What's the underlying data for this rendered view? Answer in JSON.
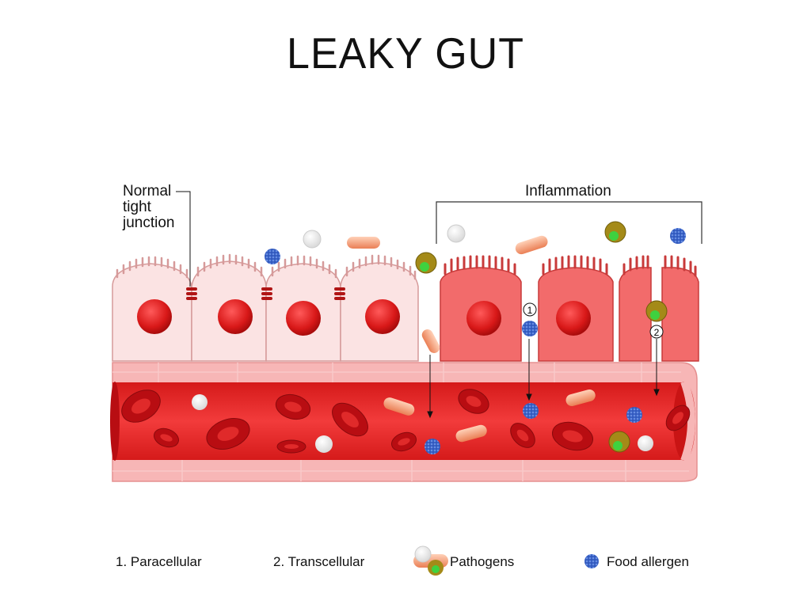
{
  "title": "LEAKY GUT",
  "labels": {
    "normal_line1": "Normal",
    "normal_line2": "tight",
    "normal_line3": "junction",
    "inflammation": "Inflammation",
    "marker_1": "1",
    "marker_2": "2"
  },
  "legend": {
    "paracellular": "1. Paracellular",
    "transcellular": "2. Transcellular",
    "pathogens": "Pathogens",
    "food_allergen": "Food allergen"
  },
  "colors": {
    "healthy_cell": "#fbe3e3",
    "healthy_cell_border": "#d69a9a",
    "inflamed_cell": "#f26b6b",
    "inflamed_cell_border": "#c83a3a",
    "nucleus": "#d81818",
    "tight_junction": "#b01515",
    "vessel_wall": "#f7b6b6",
    "vessel_lumen": "#e62a2a",
    "red_blood_cell": "#b80d12",
    "allergen": "#3a63c8",
    "bacteria": "#f3a07a",
    "pathogen_outer": "#a48a18",
    "pathogen_inner": "#3fd13f",
    "white_particle": "#eeeeee"
  }
}
